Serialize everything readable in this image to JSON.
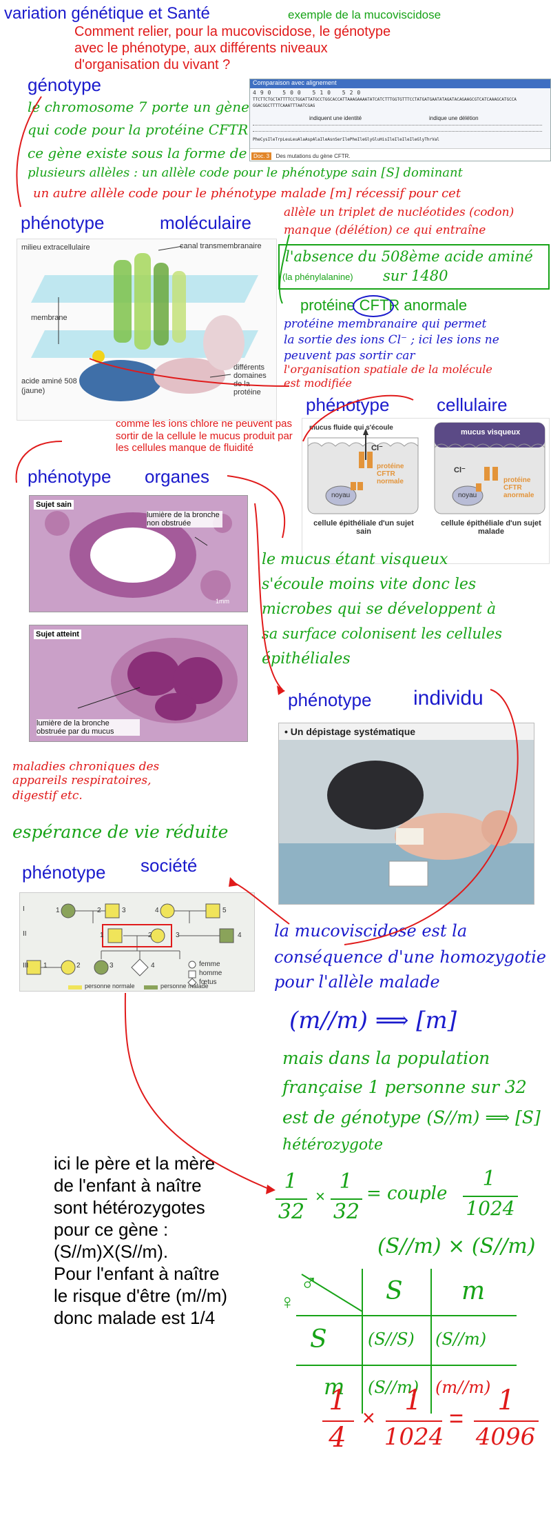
{
  "header": {
    "title": "variation génétique et Santé",
    "subtitle": "exemple de la mucoviscidose",
    "question": "Comment relier, pour la mucoviscidose, le génotype avec le phénotype, aux différents niveaux d'organisation du vivant ?"
  },
  "genotype": {
    "heading": "génotype",
    "notes": [
      "le chromosome 7 porte un gène",
      "qui code pour la protéine CFTR",
      "ce gène existe sous la forme de",
      "plusieurs allèles : un allèle code pour le phénotype sain [S] dominant",
      "un autre allèle code pour le phénotype malade [m] récessif pour cet",
      "allèle un triplet de nucléotides (codon)",
      "manque (délétion) ce qui entraîne"
    ],
    "seq_window_title": "Comparaison avec alignement",
    "seq_ruler": "490 500 510 520",
    "seq_line1": "TTCTTCTGCTATTTTCCTGGATTATGCCTGGCACCATTAAAGAAAATATCATCTTTGGTGTTTCCTATGATGAATATAGATACAGAAGCGTCATCAAAGCATGCCA",
    "seq_line2": "GGACGGCTTTTCAAATTTAATCGAG",
    "seq_identity": "indiquent une identité",
    "seq_deletion": "indique une délétion",
    "seq_protein": "PheCysIleTrpLeuLeuAlaAspAlaIleAsnSerIlePheIleGlyGluHisIleIleIleIleGlyThrVal",
    "doc_badge": "Doc. 3",
    "doc_title": "Des mutations du gène CFTR."
  },
  "molecular": {
    "heading_left": "phénotype",
    "heading_right": "moléculaire",
    "box_line1": "l'absence du 508ème acide aminé",
    "box_sub": "(la phénylalanine)",
    "box_tail": "sur 1480",
    "protein_label": "protéine CFTR anormale",
    "notes": [
      "protéine membranaire qui permet",
      "la sortie des ions Cl⁻ ; ici les ions ne",
      "peuvent pas sortir car",
      "l'organisation spatiale de la molécule",
      "est modifiée"
    ],
    "image_labels": {
      "extracellular": "milieu extracellulaire",
      "channel": "canal transmembranaire",
      "membrane": "membrane",
      "aa508": "acide aminé 508",
      "aa508_sub": "(jaune)",
      "domains": "différents domaines de la protéine"
    },
    "red_note": "comme les ions chlore ne peuvent pas sortir de la cellule le mucus produit par les cellules manque de fluidité"
  },
  "cellular": {
    "heading_left": "phénotype",
    "heading_right": "cellulaire",
    "left_top": "mucus fluide qui s'écoule",
    "right_top": "mucus visqueux",
    "ion": "Cl⁻",
    "left_protein": "protéine CFTR normale",
    "right_protein": "protéine CFTR anormale",
    "nucleus": "noyau",
    "left_caption": "cellule épithéliale d'un sujet sain",
    "right_caption": "cellule épithéliale d'un sujet malade"
  },
  "organs": {
    "heading_left": "phénotype",
    "heading_right": "organes",
    "healthy_label": "Sujet sain",
    "healthy_callout": "lumière de la bronche non obstruée",
    "scale": "1mm",
    "sick_label": "Sujet atteint",
    "sick_callout": "lumière de la bronche obstruée par du mucus",
    "green_note": [
      "le mucus étant visqueux",
      "s'écoule moins vite donc les",
      "microbes qui se développent à",
      "sa surface colonisent les cellules",
      "épithéliales"
    ]
  },
  "individual": {
    "heading_left": "phénotype",
    "heading_right": "individu",
    "photo_caption": "• Un dépistage systématique",
    "red_note": [
      "maladies chroniques des",
      "appareils respiratoires,",
      "digestif etc."
    ],
    "green_note": "espérance de vie réduite"
  },
  "society": {
    "heading_left": "phénotype",
    "heading_right": "société",
    "generations": [
      "I",
      "II",
      "III"
    ],
    "individual_numbers": [
      "1",
      "2",
      "3",
      "4",
      "5",
      "1",
      "2",
      "3",
      "4",
      "1",
      "2",
      "3",
      "4"
    ],
    "legend_female": "femme",
    "legend_male": "homme",
    "legend_foetus": "fœtus",
    "legend_normal": "personne normale",
    "legend_sick": "personne malade",
    "blue_note": [
      "la mucoviscidose est la",
      "conséquence d'une homozygotie",
      "pour l'allèle malade"
    ],
    "formula": "(m//m) ⟹ [m]",
    "green_note": [
      "mais dans la population",
      "française 1 personne sur 32",
      "est de génotype (S//m) ⟹ [S]",
      "hétérozygote"
    ]
  },
  "conclusion": {
    "text": [
      "ici le père et la mère",
      "de l'enfant à naître",
      "sont hétérozygotes",
      "pour ce gène :",
      "(S//m)X(S//m).",
      "Pour l'enfant à naître",
      "le risque d'être (m//m)",
      "donc malade est 1/4"
    ],
    "fraction_eq": {
      "a": "1",
      "b": "32",
      "c": "1",
      "d": "32",
      "couple": "= couple",
      "e": "1",
      "f": "1024"
    },
    "cross": "(S//m) × (S//m)",
    "punnett": {
      "corner": "♂",
      "corner2": "♀",
      "col1": "S",
      "col2": "m",
      "row1": "S",
      "row2": "m",
      "c11": "(S//S)",
      "c12": "(S//m)",
      "c21": "(S//m)",
      "c22": "(m//m)"
    },
    "final": {
      "a": "1",
      "b": "4",
      "c": "1",
      "d": "1024",
      "e": "1",
      "f": "4096"
    }
  }
}
